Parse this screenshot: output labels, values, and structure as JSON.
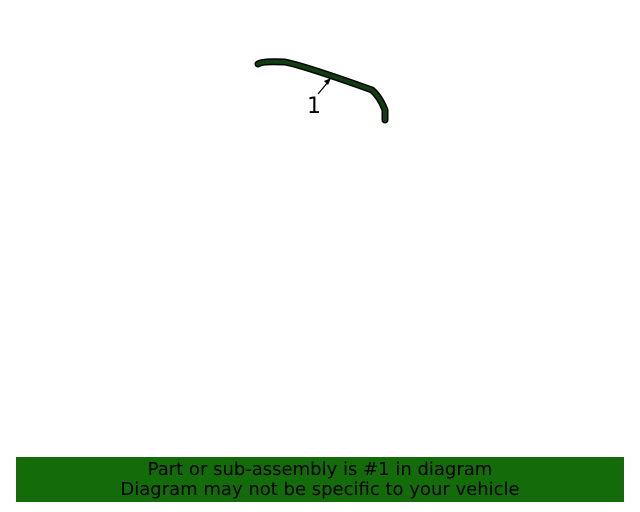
{
  "diagram": {
    "callout_label": "1",
    "part_icon": "trim-molding-part-icon",
    "part_color": "#123d12"
  },
  "banner": {
    "line1": "Part or sub-assembly is #1 in diagram",
    "line2": "Diagram may not be specific to your vehicle",
    "background_color": "#146b0a"
  }
}
